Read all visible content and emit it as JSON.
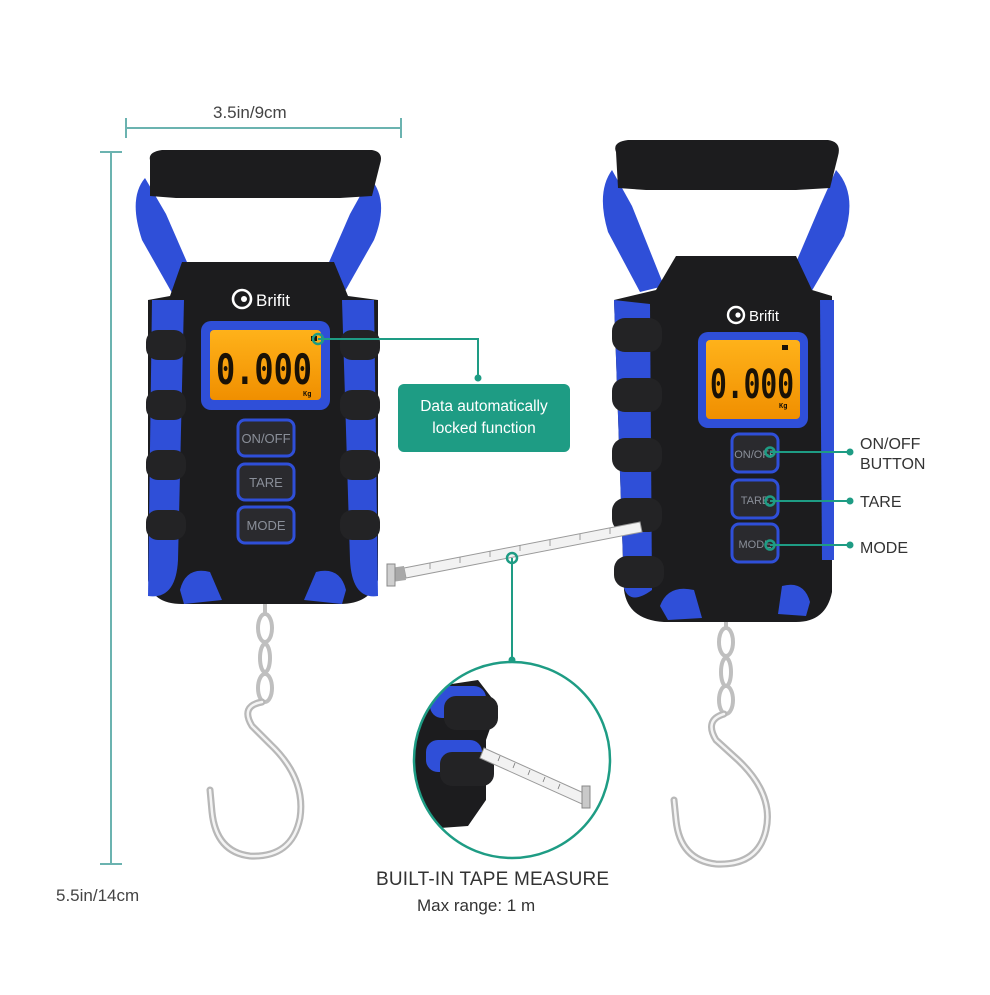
{
  "dimensions": {
    "width_label": "3.5in/9cm",
    "height_label": "5.5in/14cm"
  },
  "device": {
    "brand": "Brifit",
    "display_value": "0.000",
    "display_unit": "Kg",
    "buttons": [
      "ON/OFF",
      "TARE",
      "MODE"
    ]
  },
  "callouts": {
    "lock_feature_line1": "Data automatically",
    "lock_feature_line2": "locked function",
    "onoff_line1": "ON/OFF",
    "onoff_line2": "BUTTON",
    "tare": "TARE",
    "mode": "MODE"
  },
  "tape": {
    "title": "BUILT-IN TAPE MEASURE",
    "subtitle": "Max range: 1 m"
  },
  "colors": {
    "accent_blue": "#2f4fd8",
    "body_black": "#1c1c1e",
    "lcd_orange": "#f5a300",
    "teal": "#1e9c84",
    "dimension_line": "#6bb3b0"
  }
}
